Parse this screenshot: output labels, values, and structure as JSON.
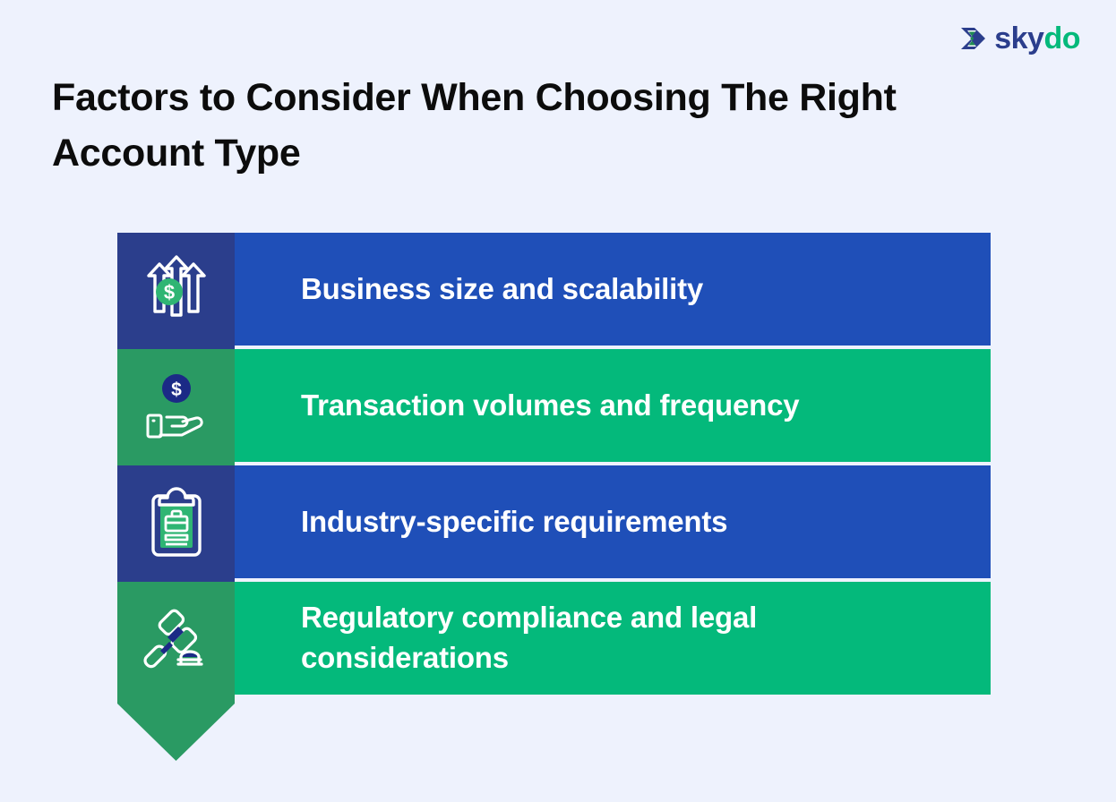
{
  "brand": {
    "logo_icon": "skydo-chevron-logo-icon",
    "name_part1": "sky",
    "name_part2": "do",
    "navy": "#2b3e8c",
    "green": "#04b97b"
  },
  "heading": {
    "title": "Factors to Consider When Choosing The Right Account Type"
  },
  "palette": {
    "background": "#eef2fd",
    "band_blue": "#1f4fb8",
    "band_green": "#04b97b",
    "tab_navy": "#2b3e8c",
    "tab_green": "#2a9a63",
    "text_on_band": "#ffffff"
  },
  "factors": [
    {
      "label": "Business size and scalability",
      "icon": "growth-arrows-dollar-icon",
      "band_color": "#1f4fb8",
      "tab_color": "#2b3e8c"
    },
    {
      "label": "Transaction volumes and frequency",
      "icon": "hand-holding-coin-icon",
      "band_color": "#04b97b",
      "tab_color": "#2a9a63"
    },
    {
      "label": "Industry-specific requirements",
      "icon": "clipboard-briefcase-icon",
      "band_color": "#1f4fb8",
      "tab_color": "#2b3e8c"
    },
    {
      "label": "Regulatory compliance and legal considerations",
      "icon": "gavel-icon",
      "band_color": "#04b97b",
      "tab_color": "#2a9a63"
    }
  ]
}
